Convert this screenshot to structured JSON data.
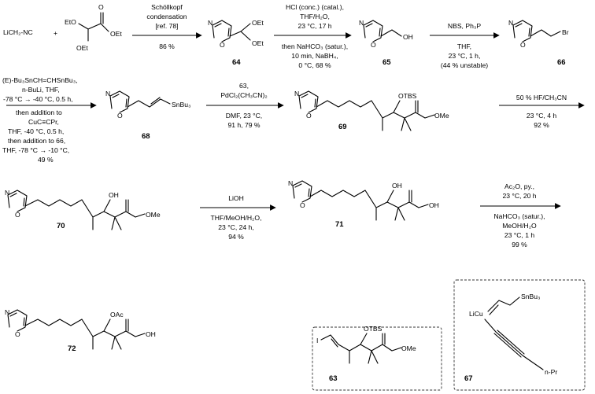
{
  "reagents": {
    "start_a": "LiCH₂-NC",
    "plus": "+",
    "start_b_eto_upper": "EtO",
    "start_b_oet_ester": "OEt",
    "start_b_oet_lower": "OEt",
    "o_label": "O"
  },
  "atoms": {
    "N": "N",
    "O": "O",
    "OH": "OH",
    "Br": "Br",
    "OEt": "OEt",
    "SnBu3": "SnBu₃",
    "OTBS": "OTBS",
    "OMe": "OMe",
    "OAc": "OAc",
    "I": "I",
    "LiCu": "LiCu",
    "nPr": "n-Pr"
  },
  "compounds": {
    "c64": "64",
    "c65": "65",
    "c66": "66",
    "c68": "68",
    "c69": "69",
    "c70": "70",
    "c71": "71",
    "c72": "72",
    "c63": "63",
    "c67": "67"
  },
  "steps": {
    "s1": {
      "above": [
        "Schöllkopf",
        "condensation",
        "[ref. 78]"
      ],
      "below": [
        "86 %"
      ]
    },
    "s2": {
      "above": [
        "HCl (conc.) (catal.),",
        "THF/H₂O,",
        "23 °C, 17 h"
      ],
      "below": [
        "then NaHCO₃ (satur.),",
        "10 min, NaBH₄,",
        "0 °C, 68 %"
      ]
    },
    "s3": {
      "above": [
        "NBS, Ph₃P"
      ],
      "below": [
        "THF,",
        "23 °C, 1 h,",
        "(44 % unstable)"
      ]
    },
    "s4": {
      "lines": [
        "(E)-Bu₃SnCH=CHSnBu₃,",
        "n-BuLi, THF,",
        "-78 °C → -40 °C, 0.5 h,",
        "then addition to",
        "CuC≡CPr,",
        "THF, -40 °C, 0.5 h,",
        "then addition to 66,",
        "THF, -78 °C → -10 °C,",
        "49 %"
      ]
    },
    "s5": {
      "above": [
        "63,",
        "PdCl₂(CH₃CN)₂"
      ],
      "below": [
        "DMF, 23 °C,",
        "91 h, 79 %"
      ]
    },
    "s6": {
      "above": [
        "50 % HF/CH₃CN"
      ],
      "below": [
        "23 °C, 4 h",
        "92 %"
      ]
    },
    "s7": {
      "above": [
        "LiOH"
      ],
      "below": [
        "THF/MeOH/H₂O,",
        "23 °C, 24 h,",
        "94 %"
      ]
    },
    "s8": {
      "above": [
        "Ac₂O, py.,",
        "23 °C, 20 h"
      ],
      "below": [
        "NaHCO₃ (satur.),",
        "MeOH/H₂O",
        "23 °C, 1 h",
        "99 %"
      ]
    }
  }
}
